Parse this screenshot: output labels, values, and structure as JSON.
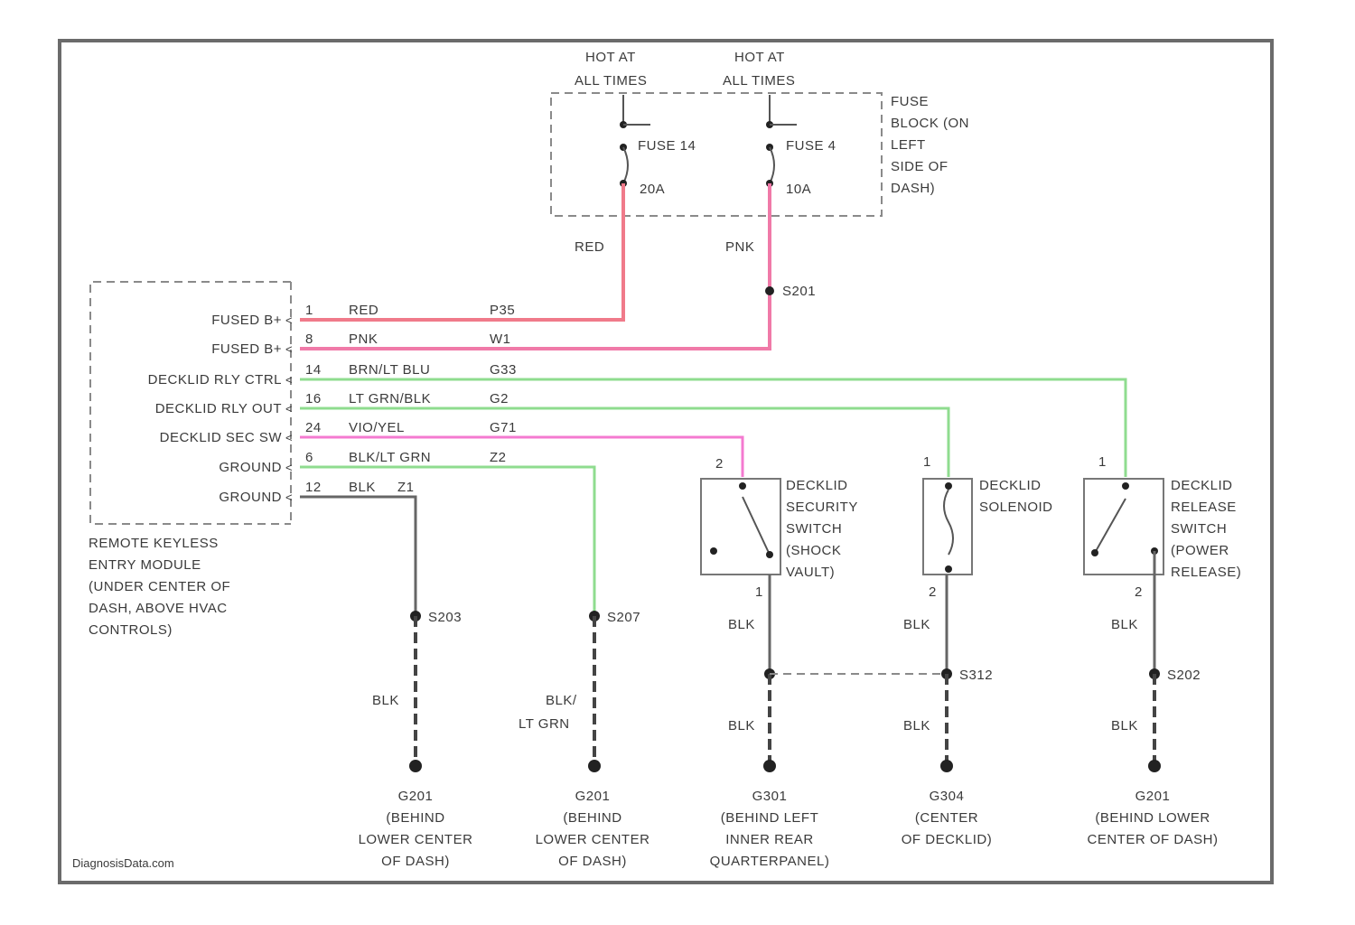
{
  "fuses": {
    "hot1": [
      "HOT AT",
      "ALL TIMES"
    ],
    "hot2": [
      "HOT AT",
      "ALL TIMES"
    ],
    "fuse14": "FUSE 14",
    "fuse14_amp": "20A",
    "fuse4": "FUSE 4",
    "fuse4_amp": "10A",
    "block_label": [
      "FUSE",
      "BLOCK (ON",
      "LEFT",
      "SIDE OF",
      "DASH)"
    ]
  },
  "wire_colors_top": {
    "left": "RED",
    "right": "PNK"
  },
  "splice_s201": "S201",
  "module": {
    "pins": [
      {
        "name": "FUSED B+",
        "pin": "1",
        "color": "RED",
        "circuit": "P35"
      },
      {
        "name": "FUSED B+",
        "pin": "8",
        "color": "PNK",
        "circuit": "W1"
      },
      {
        "name": "DECKLID RLY CTRL",
        "pin": "14",
        "color": "BRN/LT BLU",
        "circuit": "G33"
      },
      {
        "name": "DECKLID RLY OUT",
        "pin": "16",
        "color": "LT GRN/BLK",
        "circuit": "G2"
      },
      {
        "name": "DECKLID SEC SW",
        "pin": "24",
        "color": "VIO/YEL",
        "circuit": "G71"
      },
      {
        "name": "GROUND",
        "pin": "6",
        "color": "BLK/LT GRN",
        "circuit": "Z2"
      },
      {
        "name": "GROUND",
        "pin": "12",
        "color": "BLK",
        "circuit": "Z1"
      }
    ],
    "caption": [
      "REMOTE KEYLESS",
      "ENTRY MODULE",
      "(UNDER CENTER OF",
      "DASH, ABOVE HVAC",
      "CONTROLS)"
    ]
  },
  "components": {
    "security_switch": {
      "pin_top": "2",
      "pin_bottom": "1",
      "label": [
        "DECKLID",
        "SECURITY",
        "SWITCH",
        "(SHOCK",
        "VAULT)"
      ]
    },
    "solenoid": {
      "pin_top": "1",
      "pin_bottom": "2",
      "label": [
        "DECKLID",
        "SOLENOID"
      ]
    },
    "release_switch": {
      "pin_top": "1",
      "pin_bottom": "2",
      "label": [
        "DECKLID",
        "RELEASE",
        "SWITCH",
        "(POWER",
        "RELEASE)"
      ]
    }
  },
  "splices": {
    "s203": "S203",
    "s207": "S207",
    "s312": "S312",
    "s202": "S202"
  },
  "wire_labels": {
    "blk1": "BLK",
    "blk_ltgrn1": "BLK/",
    "blk_ltgrn2": "LT GRN",
    "sec_blk_top": "BLK",
    "sec_blk_bot": "BLK",
    "sol_blk_top": "BLK",
    "sol_blk_bot": "BLK",
    "rel_blk_top": "BLK",
    "rel_blk_bot": "BLK"
  },
  "grounds": [
    {
      "id": "G201",
      "lines": [
        "G201",
        "(BEHIND",
        "LOWER CENTER",
        "OF DASH)"
      ]
    },
    {
      "id": "G201b",
      "lines": [
        "G201",
        "(BEHIND",
        "LOWER CENTER",
        "OF DASH)"
      ]
    },
    {
      "id": "G301",
      "lines": [
        "G301",
        "(BEHIND LEFT",
        "INNER REAR",
        "QUARTERPANEL)"
      ]
    },
    {
      "id": "G304",
      "lines": [
        "G304",
        "(CENTER",
        "OF DECKLID)"
      ]
    },
    {
      "id": "G201c",
      "lines": [
        "G201",
        "(BEHIND LOWER",
        "CENTER OF DASH)"
      ]
    }
  ],
  "watermark": "DiagnosisData.com",
  "colors": {
    "red": "#f07a8a",
    "pink": "#f47ad0",
    "green": "#8fdc8f",
    "black": "#444444"
  }
}
